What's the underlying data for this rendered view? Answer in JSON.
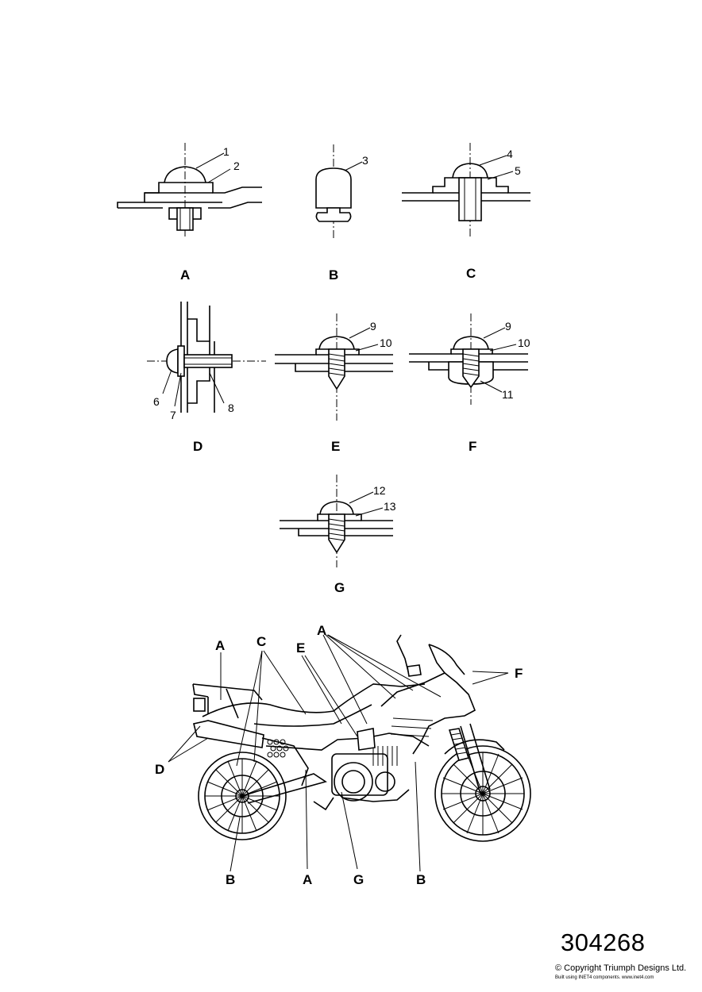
{
  "fasteners": [
    {
      "id": "A",
      "callouts": [
        "1",
        "2"
      ]
    },
    {
      "id": "B",
      "callouts": [
        "3"
      ]
    },
    {
      "id": "C",
      "callouts": [
        "4",
        "5"
      ]
    },
    {
      "id": "D",
      "callouts": [
        "6",
        "7",
        "8"
      ]
    },
    {
      "id": "E",
      "callouts": [
        "9",
        "10"
      ]
    },
    {
      "id": "F",
      "callouts": [
        "9",
        "10",
        "11"
      ]
    },
    {
      "id": "G",
      "callouts": [
        "12",
        "13"
      ]
    }
  ],
  "motorcycle_labels": [
    "A",
    "C",
    "E",
    "A",
    "F",
    "D",
    "B",
    "A",
    "G",
    "B"
  ],
  "footer": {
    "reference_number": "304268",
    "copyright": "© Copyright Triumph Designs Ltd.",
    "built_with": "Built using INET4 components. www.inet4.com"
  }
}
